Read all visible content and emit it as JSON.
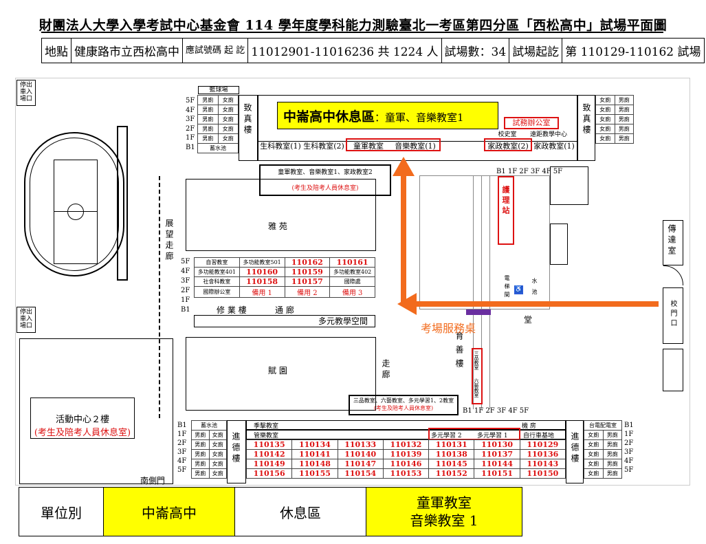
{
  "title": "財團法人大學入學考試中心基金會 114 學年度學科能力測驗臺北一考區第四分區「西松高中」試場平面圖",
  "info": {
    "location_label": "地點",
    "location_value": "健康路市立西松高中",
    "number_label": "應試號碼 起 訖",
    "number_value": "11012901-11016236 共 1224 人",
    "rooms_label": "試場數：34",
    "range_label": "試場起訖",
    "range_value": "第 110129-110162 試場"
  },
  "map": {
    "parking_top": "停出車入場口",
    "parking_mid": "停出車入場口",
    "ball_court": "籃球場",
    "zhizhen_left": "致真樓",
    "zhizhen_right": "致真樓",
    "floors_top": [
      "5F",
      "4F",
      "3F",
      "2F",
      "1F",
      "B1"
    ],
    "toilet_m": "男廁",
    "toilet_f": "女廁",
    "water_tank": "蓄水池",
    "rest_area_title": "中崙高中休息區",
    "rest_area_rooms": "：童軍、音樂教室1",
    "exam_office": "試務辦公室",
    "top_rooms": [
      "生科教室(1)",
      "生科教室(2)",
      "童軍教室",
      "音樂教室(1)",
      "家政教室(2)",
      "家政教室(1)"
    ],
    "top_extra": [
      "校史室",
      "遠距教學中心"
    ],
    "rest_label_1": "童軍教室、音樂教室1、家政教室2",
    "rest_note": "(考生及陪考人員休息室)",
    "yayuan": "雅 苑",
    "exhibit_corridor": "展望走廊",
    "xiuye_floors": [
      "5F",
      "4F",
      "3F",
      "2F",
      "1F",
      "B1"
    ],
    "xiuye_rows": [
      [
        "自習教室",
        "多功能教室501",
        "110162",
        "110161"
      ],
      [
        "多功能教室401",
        "110160",
        "110159",
        "多功能教室402"
      ],
      [
        "社會科教室",
        "110158",
        "110157",
        "國際處"
      ],
      [
        "國際辦公室",
        "備用 1",
        "備用 2",
        "備用 3"
      ]
    ],
    "xiuye_building": "修 業 樓",
    "corridor": "通 廊",
    "multi_space": "多元教學空間",
    "fuyuan": "賦 園",
    "yushan": "育善樓",
    "walk": "走廊",
    "nurse": "護理站",
    "elevator": "電梯間",
    "pool": "水池",
    "hall": "堂",
    "service_desk": "考場服務桌",
    "guard_room": "傳達室",
    "gate": "校門口",
    "floor_strip": "B1 1F 2F 3F 4F 5F",
    "sanpin": "三品教室",
    "liuyi": "六藝教室",
    "rest_label_2": "三品教室、六藝教室、多元學習1、2教室",
    "activity_center": "活動中心２樓",
    "jinde": "進德樓",
    "south_gate": "南側門",
    "bottom_floors": [
      "B1",
      "1F",
      "2F",
      "3F",
      "4F",
      "5F"
    ],
    "bottom_top": [
      "蓄水池",
      "季擊教室",
      "管樂教室",
      "多元學習 2",
      "多元學習 1",
      "自行車基地",
      "機 房",
      "台電配電室"
    ],
    "bottom_rows": [
      [
        "110135",
        "110134",
        "110133",
        "110132",
        "110131",
        "110130",
        "110129"
      ],
      [
        "110142",
        "110141",
        "110140",
        "110139",
        "110138",
        "110137",
        "110136"
      ],
      [
        "110149",
        "110148",
        "110147",
        "110146",
        "110145",
        "110144",
        "110143"
      ],
      [
        "110156",
        "110155",
        "110154",
        "110153",
        "110152",
        "110151",
        "110150"
      ]
    ]
  },
  "legend": {
    "unit_label": "單位別",
    "unit_value": "中崙高中",
    "rest_label": "休息區",
    "rest_value_1": "童軍教室",
    "rest_value_2": "音樂教室 1"
  },
  "colors": {
    "red": "#dd1111",
    "orange": "#f26b1d",
    "yellow": "#ffff00",
    "purple": "#6a2fa0"
  }
}
